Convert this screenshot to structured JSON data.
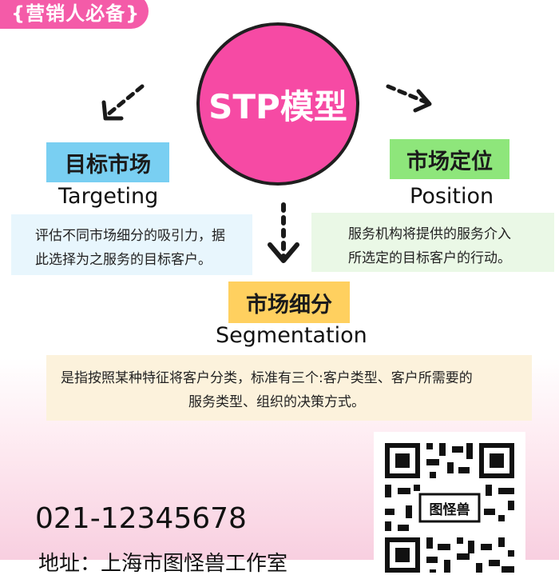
{
  "top_tag": "{营销人必备}",
  "center": {
    "title": "STP模型"
  },
  "targeting": {
    "cn": "目标市场",
    "en": "Targeting",
    "desc_line1": "评估不同市场细分的吸引力，据",
    "desc_line2": "此选择为之服务的目标客户。"
  },
  "position": {
    "cn": "市场定位",
    "en": "Position",
    "desc_line1": "服务机构将提供的服务介入",
    "desc_line2": "所选定的目标客户的行动。"
  },
  "segmentation": {
    "cn": "市场细分",
    "en": "Segmentation",
    "desc_line1": "是指按照某种特征将客户分类，标准有三个:客户类型、客户所需要的",
    "desc_line2": "服务类型、组织的决策方式。"
  },
  "contact": {
    "phone": "021-12345678",
    "address": "地址：上海市图怪兽工作室"
  },
  "qr": {
    "logo_text": "图怪兽",
    "icon": "qr-code-icon"
  },
  "colors": {
    "accent": "#f64aa4",
    "blue": "#79cff2",
    "green": "#8ee67b",
    "yellow": "#ffd05f"
  }
}
